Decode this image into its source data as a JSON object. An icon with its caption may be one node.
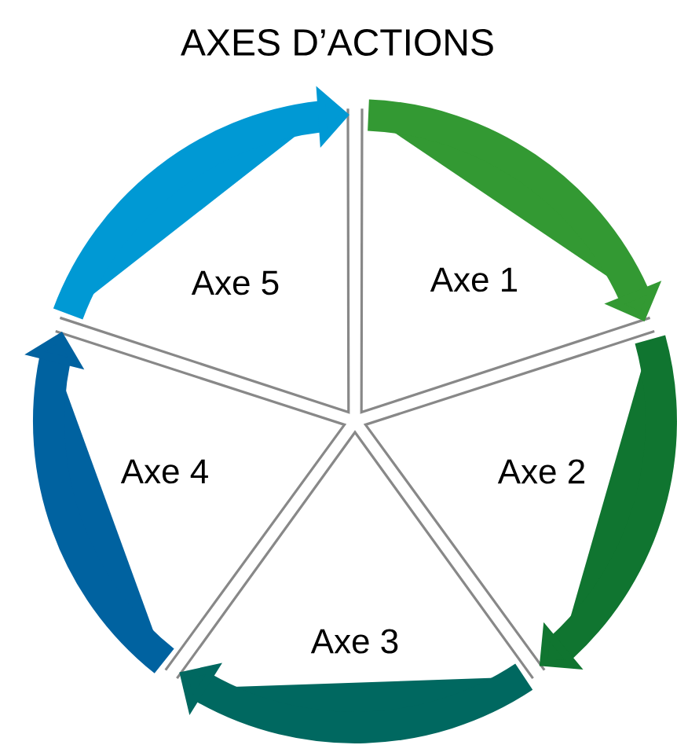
{
  "diagram": {
    "title": "AXES D’ACTIONS",
    "nodes": [
      {
        "text": [
          "Axe 1"
        ]
      },
      {
        "text": [
          "Axe 2"
        ]
      },
      {
        "text": [
          "Axe 3"
        ]
      },
      {
        "text": [
          "Axe 4"
        ]
      },
      {
        "text": [
          "Axe 5"
        ]
      }
    ],
    "edges": [
      {
        "from": 0,
        "to": 1,
        "arrow": "to",
        "color": "#339933"
      },
      {
        "from": 1,
        "to": 2,
        "arrow": "to",
        "color": "#107530"
      },
      {
        "from": 2,
        "to": 3,
        "arrow": "to",
        "color": "#006860"
      },
      {
        "from": 3,
        "to": 4,
        "arrow": "to",
        "color": "#0062a0"
      },
      {
        "from": 4,
        "to": 0,
        "arrow": "to",
        "color": "#0099d4"
      }
    ]
  }
}
